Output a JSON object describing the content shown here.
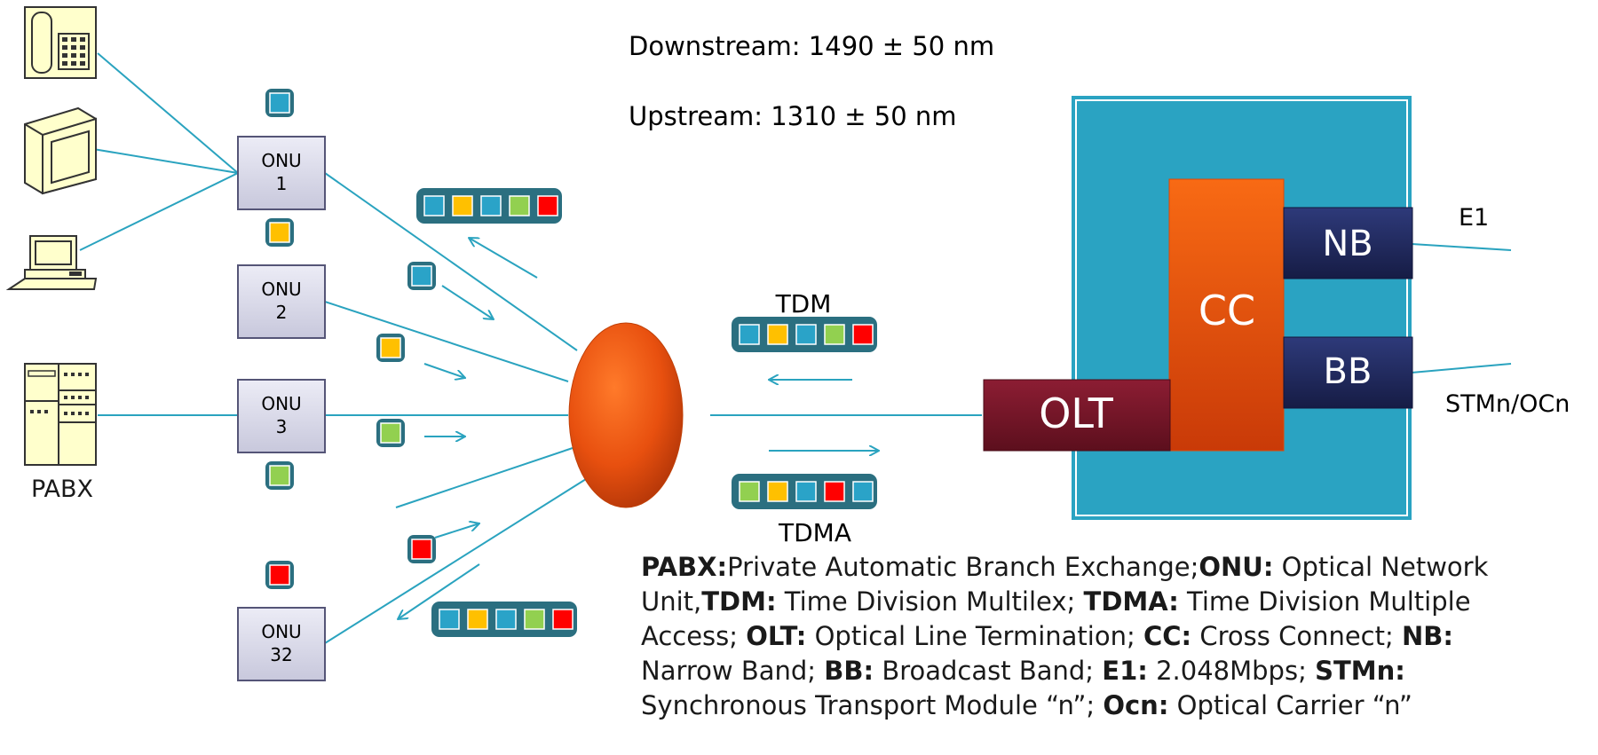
{
  "wavelengths": {
    "downstream": "Downstream:  1490 ± 50 nm",
    "upstream": "Upstream: 1310 ± 50 nm"
  },
  "devices": {
    "pabx_label": "PABX",
    "icons": [
      "telephone-icon",
      "fax-machine-icon",
      "computer-icon",
      "pabx-cabinet-icon"
    ]
  },
  "onus": [
    {
      "line1": "ONU",
      "line2": "1"
    },
    {
      "line1": "ONU",
      "line2": "2"
    },
    {
      "line1": "ONU",
      "line2": "3"
    },
    {
      "line1": "ONU",
      "line2": "32"
    }
  ],
  "traffic": {
    "tdm_label": "TDM",
    "tdma_label": "TDMA"
  },
  "central_office": {
    "olt": "OLT",
    "cc": "CC",
    "nb": "NB",
    "bb": "BB",
    "e1": "E1",
    "stm": "STMn/OCn"
  },
  "legend": [
    {
      "term": "PABX:",
      "desc": "Private Automatic Branch Exchange;"
    },
    {
      "term": "ONU:",
      "desc": " Optical Network Unit,"
    },
    {
      "term": "TDM:",
      "desc": " Time Division Multilex; "
    },
    {
      "term": "TDMA:",
      "desc": " Time Division Multiple  Access; "
    },
    {
      "term": "OLT:",
      "desc": " Optical Line Termination; "
    },
    {
      "term": "CC:",
      "desc": " Cross Connect; "
    },
    {
      "term": "NB:",
      "desc": " Narrow Band; "
    },
    {
      "term": "BB:",
      "desc": " Broadcast Band; "
    },
    {
      "term": "E1:",
      "desc": " 2.048Mbps; "
    },
    {
      "term": "STMn:",
      "desc": " Synchronous Transport Module “n”; "
    },
    {
      "term": "Ocn:",
      "desc": " Optical Carrier “n”"
    }
  ],
  "colors": {
    "line": "#2aa3bf",
    "cell_blue": "#2aa3c8",
    "cell_yellow": "#ffc000",
    "cell_green": "#92d050",
    "cell_red": "#ff0000",
    "splitter": "#e8500f",
    "co_box": "#2aa3c2",
    "olt": "#7a1628",
    "cc": "#ef5a12",
    "nb_bb": "#232c60",
    "onu_fill": "#dcdcec"
  }
}
